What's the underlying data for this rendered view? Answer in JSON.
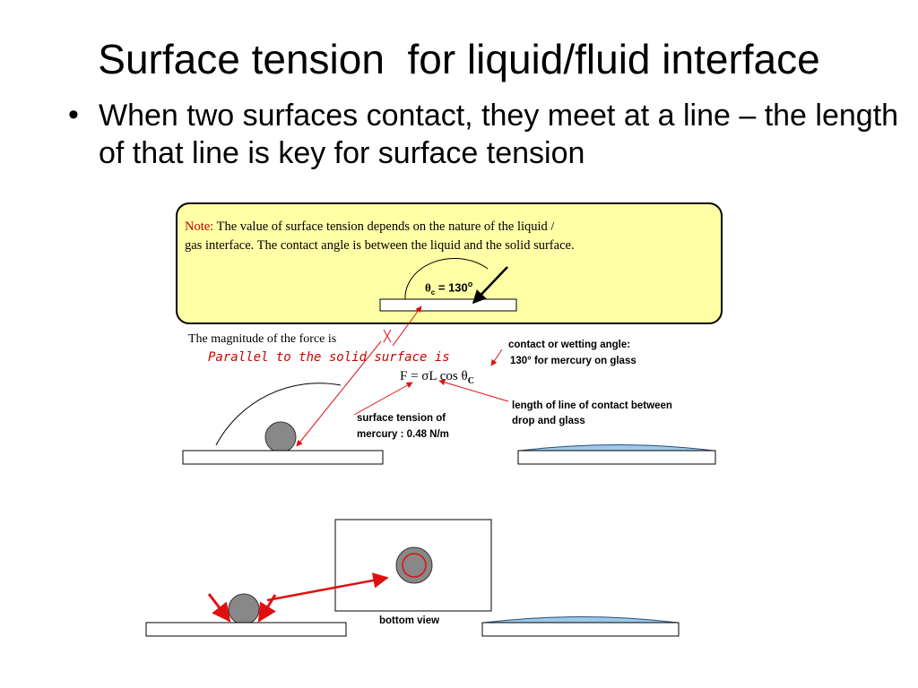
{
  "title": "Surface tension  for liquid/fluid interface",
  "bullet": {
    "symbol": "•",
    "text": "When two surfaces contact, they meet at a line – the length of that line is key for surface tension"
  },
  "note_box": {
    "label": "Note:",
    "line1": "  The value of surface tension depends on the nature of the liquid /",
    "line2": "gas interface.  The contact angle is between the liquid and the solid surface.",
    "theta_symbol": "θ",
    "theta_sub": "c",
    "theta_value": " = 130",
    "theta_sup": "o"
  },
  "force": {
    "magnitude_text": "The magnitude of the force is",
    "parallel_text": "Parallel to the solid surface is",
    "formula_main": "F  =  σL cos θ",
    "formula_sub": "C"
  },
  "labels": {
    "contact_angle_line1": "contact or wetting angle:",
    "contact_angle_line2": "130° for mercury on glass",
    "length_line1": "length of line of contact between",
    "length_line2": "drop and glass",
    "tension_line1": "surface tension of",
    "tension_line2": "mercury :  0.48 N/m",
    "bottom_view": "bottom view"
  },
  "colors": {
    "note_bg": "#ffffa6",
    "note_label": "#cc0000",
    "mercury": "#888888",
    "water": "#9dc8e8",
    "arrow_red": "#e01010"
  }
}
